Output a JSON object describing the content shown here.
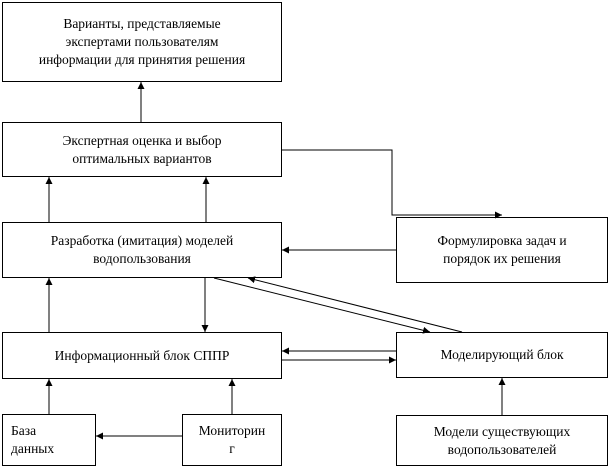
{
  "diagram": {
    "boxes": {
      "top": "Варианты, представляемые\nэкспертами пользователям\nинформации для принятия решения",
      "expert": "Экспертная оценка и выбор\nоптимальных вариантов",
      "develop": "Разработка (имитация) моделей\nводопользования",
      "formulate": "Формулировка задач и\nпорядок их решения",
      "info": "Информационный блок СППР",
      "model": "Моделирующий блок",
      "db": "База\nданных",
      "monitor": "Мониторин\nг",
      "users": "Модели существующих\nводопользователей"
    },
    "colors": {
      "line": "#000000",
      "fill": "#ffffff"
    }
  }
}
